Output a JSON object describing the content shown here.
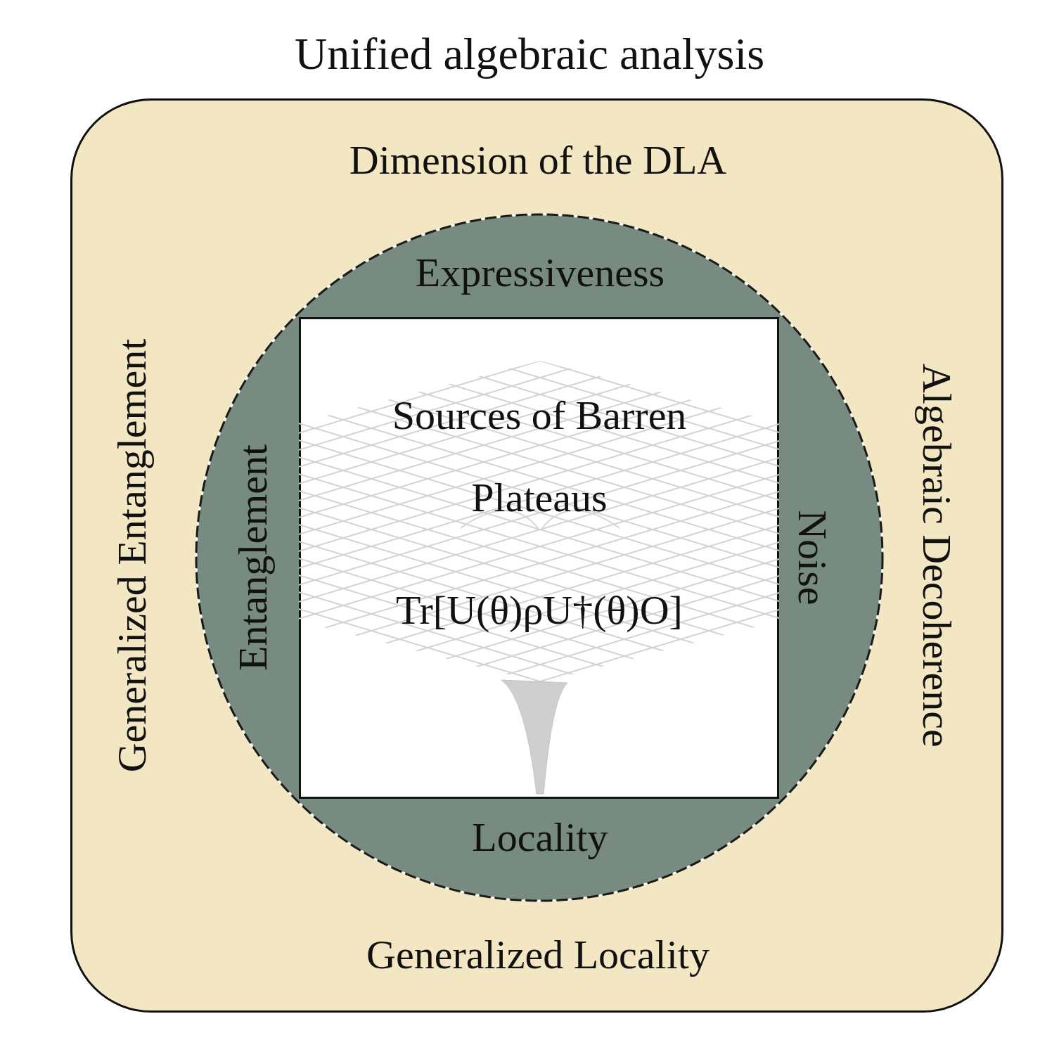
{
  "diagram": {
    "title": "Unified algebraic analysis",
    "nodes": [
      {
        "text": [
          "Dimension of the DLA",
          "Generalized Entanglement",
          "Algebraic Decoherence",
          "Generalized Locality"
        ]
      },
      {
        "text": [
          "Expressiveness",
          "Entanglement",
          "Noise",
          "Locality"
        ],
        "in": 0
      },
      {
        "text": [
          "Sources of Barren Plateaus",
          "Tr[U(θ)ρU†(θ)O]"
        ],
        "in": 1
      }
    ]
  }
}
